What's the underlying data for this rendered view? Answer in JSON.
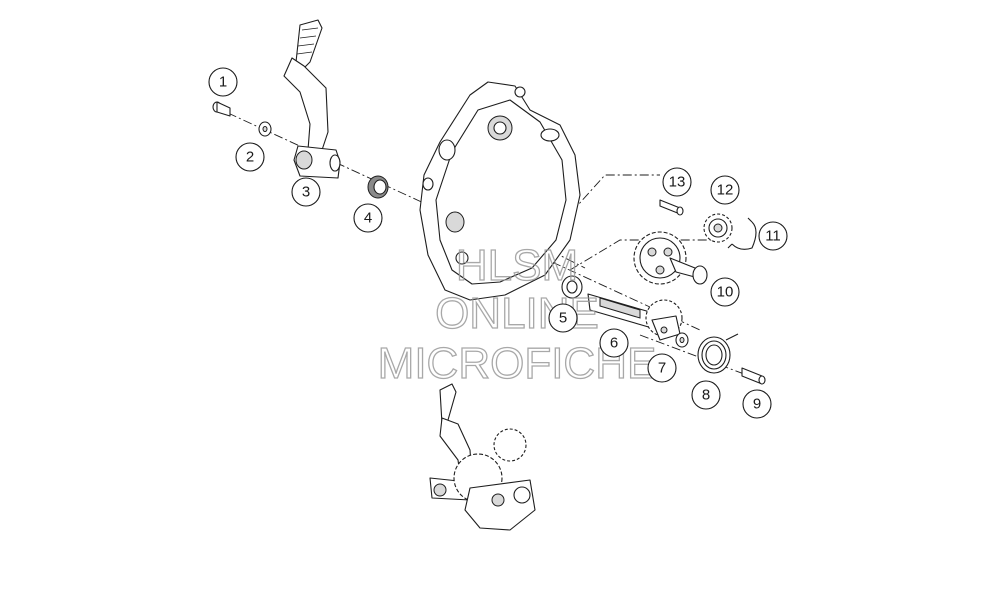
{
  "diagram": {
    "callouts": [
      {
        "id": "c1",
        "label": "1"
      },
      {
        "id": "c2",
        "label": "2"
      },
      {
        "id": "c3",
        "label": "3"
      },
      {
        "id": "c4",
        "label": "4"
      },
      {
        "id": "c5",
        "label": "5"
      },
      {
        "id": "c6",
        "label": "6"
      },
      {
        "id": "c7",
        "label": "7"
      },
      {
        "id": "c8",
        "label": "8"
      },
      {
        "id": "c9",
        "label": "9"
      },
      {
        "id": "c10",
        "label": "10"
      },
      {
        "id": "c11",
        "label": "11"
      },
      {
        "id": "c12",
        "label": "12"
      },
      {
        "id": "c13",
        "label": "13"
      }
    ]
  },
  "watermark": {
    "line1": "HLSM",
    "line2": "ONLINE",
    "line3": "MICROFICHE",
    "color": "#9a9a9a"
  }
}
